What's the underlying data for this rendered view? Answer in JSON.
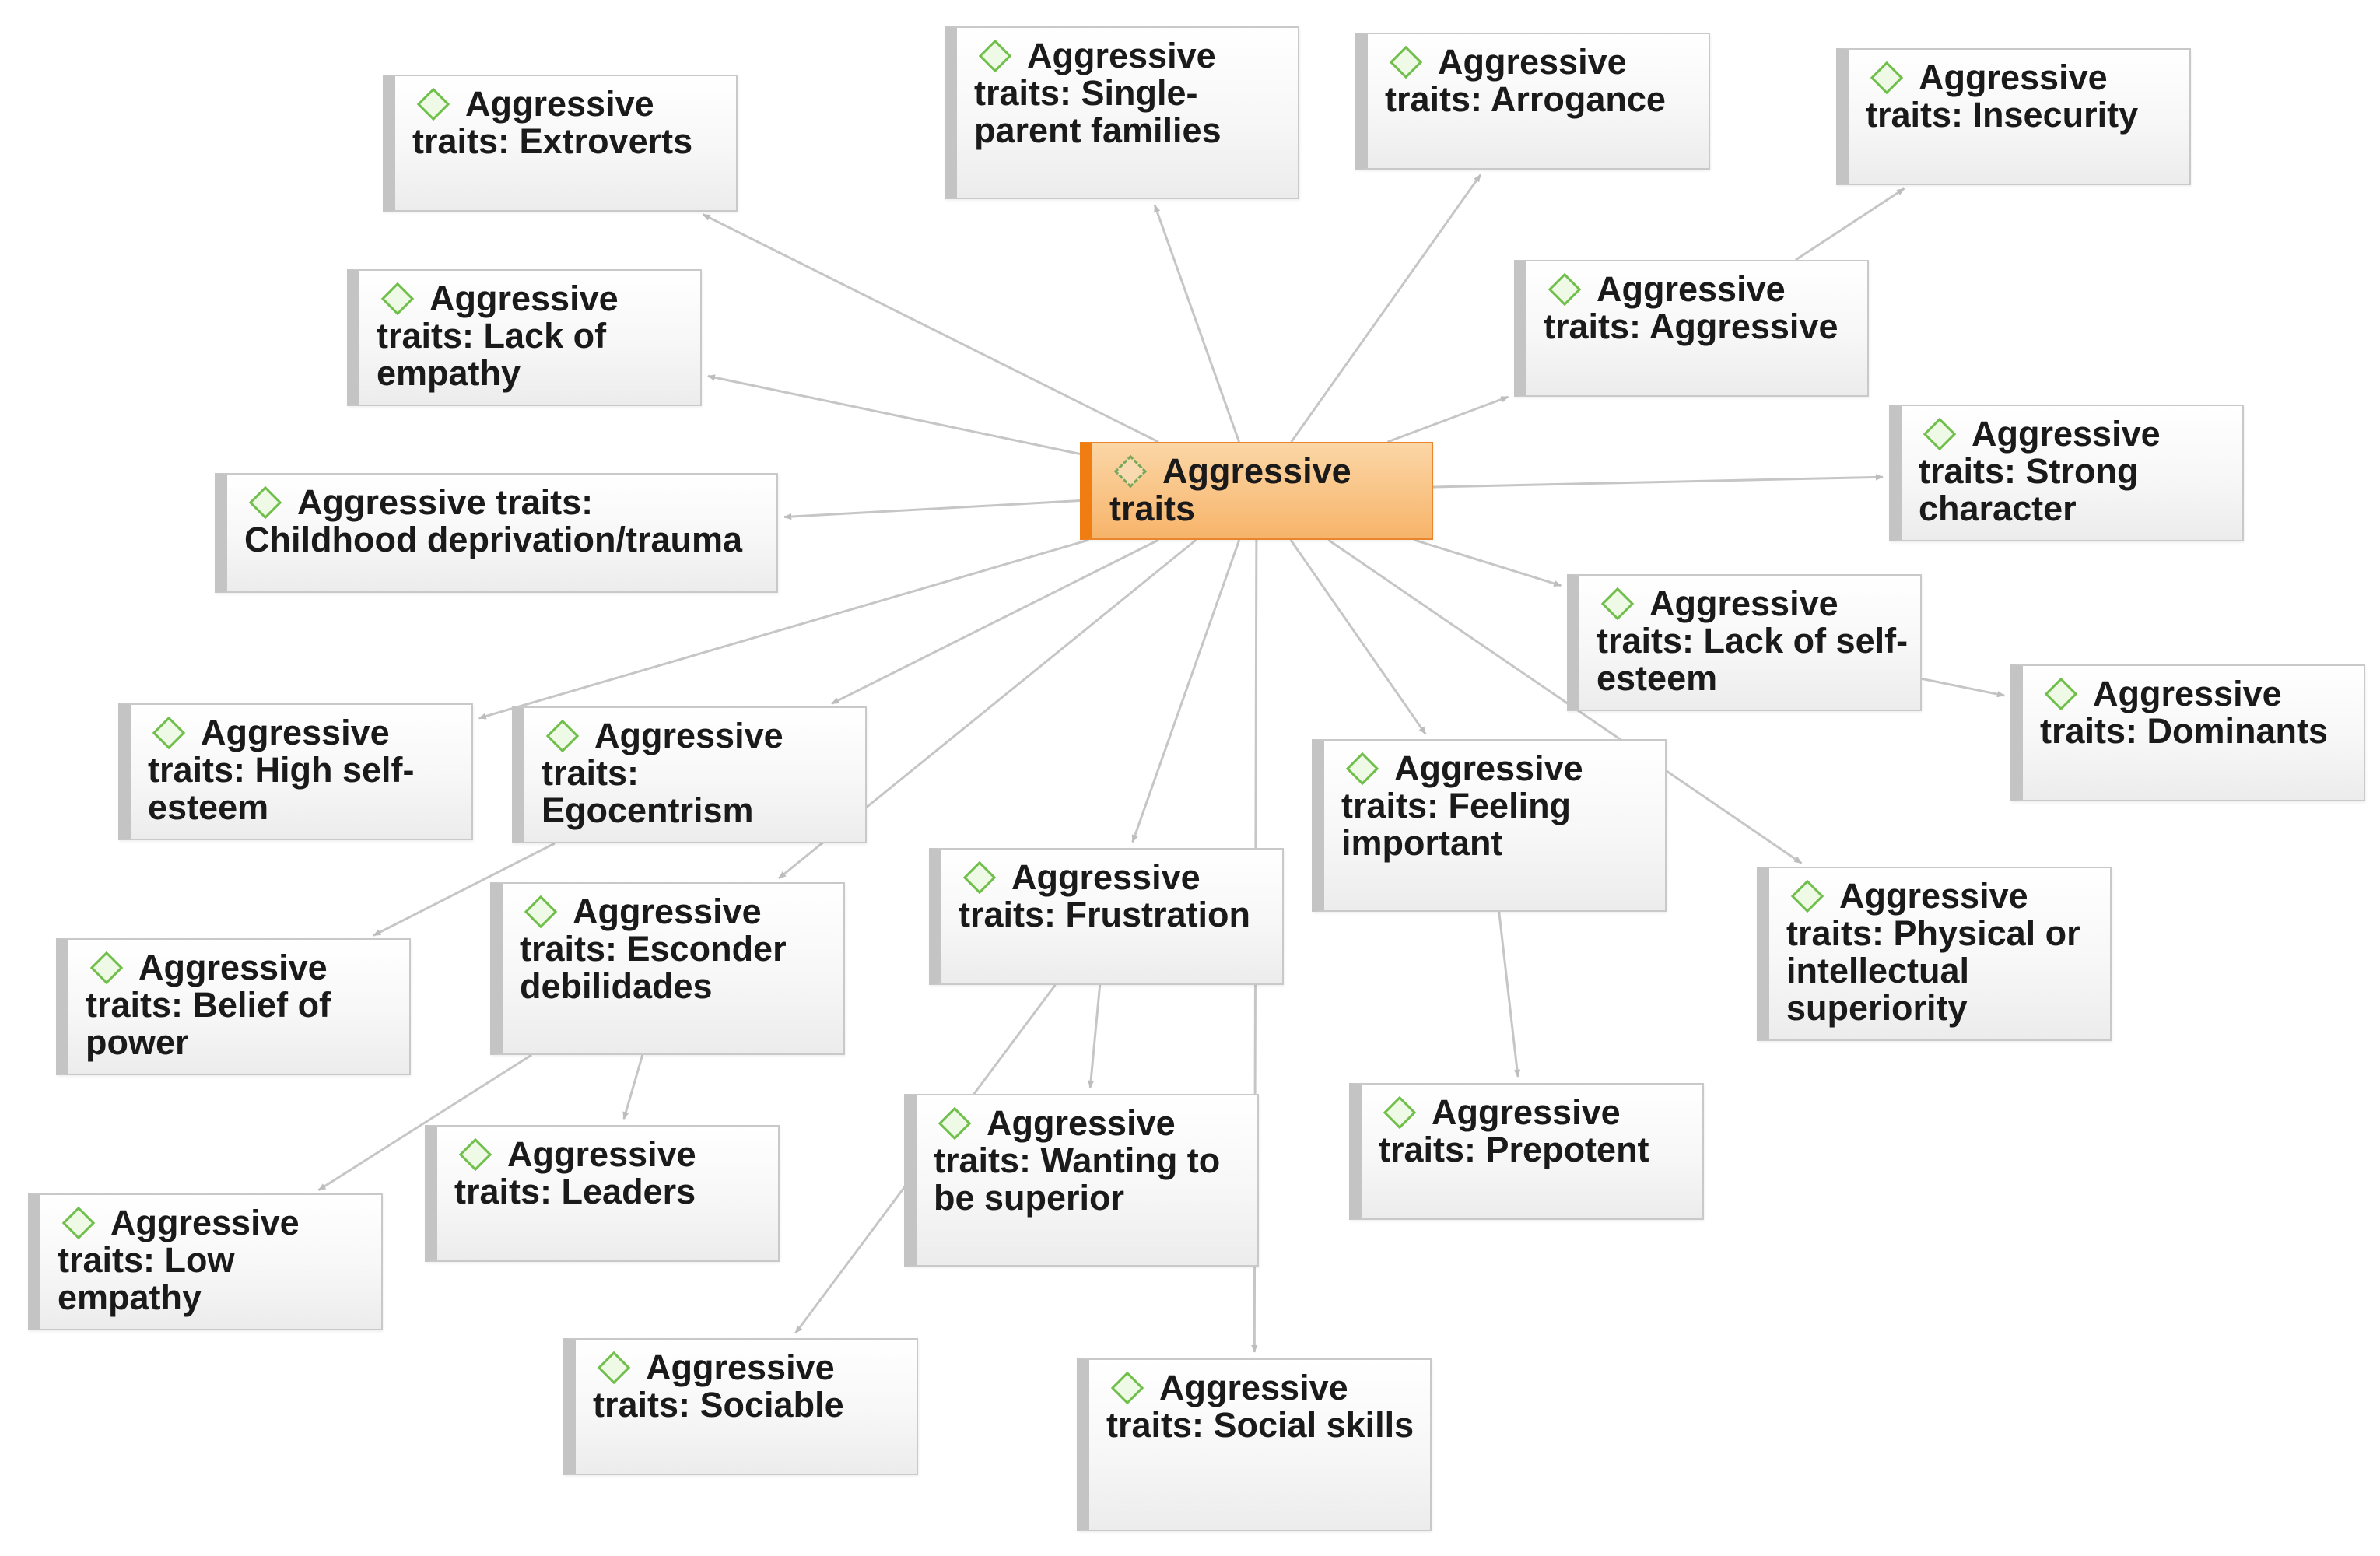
{
  "central": {
    "label": "Aggressive traits",
    "icon": "code-diamond-icon",
    "color": "#f7b46a",
    "border_color": "#f07d12"
  },
  "node_icon": "code-diamond-icon",
  "nodes": [
    {
      "id": "extroverts",
      "label": "Aggressive traits: Extroverts"
    },
    {
      "id": "single-parent",
      "label": "Aggressive traits: Single-parent families"
    },
    {
      "id": "arrogance",
      "label": "Aggressive traits: Arrogance"
    },
    {
      "id": "insecurity",
      "label": "Aggressive traits: Insecurity"
    },
    {
      "id": "lack-empathy",
      "label": "Aggressive traits: Lack of empathy"
    },
    {
      "id": "aggressive",
      "label": "Aggressive traits: Aggressive"
    },
    {
      "id": "childhood",
      "label": "Aggressive traits: Childhood deprivation/trauma"
    },
    {
      "id": "strong-character",
      "label": "Aggressive traits: Strong character"
    },
    {
      "id": "lack-self-esteem",
      "label": "Aggressive traits: Lack of self-esteem"
    },
    {
      "id": "dominants",
      "label": "Aggressive traits: Dominants"
    },
    {
      "id": "high-self-esteem",
      "label": "Aggressive traits: High self-esteem"
    },
    {
      "id": "egocentrism",
      "label": "Aggressive traits: Egocentrism"
    },
    {
      "id": "feeling-important",
      "label": "Aggressive traits: Feeling important"
    },
    {
      "id": "frustration",
      "label": "Aggressive traits: Frustration"
    },
    {
      "id": "physical-superiority",
      "label": "Aggressive traits: Physical or intellectual superiority"
    },
    {
      "id": "belief-power",
      "label": "Aggressive traits: Belief of power"
    },
    {
      "id": "esconder",
      "label": "Aggressive traits: Esconder debilidades"
    },
    {
      "id": "wanting-superior",
      "label": "Aggressive traits: Wanting to be superior"
    },
    {
      "id": "prepotent",
      "label": "Aggressive traits: Prepotent"
    },
    {
      "id": "leaders",
      "label": "Aggressive traits: Leaders"
    },
    {
      "id": "low-empathy",
      "label": "Aggressive traits: Low empathy"
    },
    {
      "id": "sociable",
      "label": "Aggressive traits: Sociable"
    },
    {
      "id": "social-skills",
      "label": "Aggressive traits: Social skills"
    }
  ],
  "edges": [
    [
      "central",
      "extroverts"
    ],
    [
      "central",
      "single-parent"
    ],
    [
      "central",
      "arrogance"
    ],
    [
      "aggressive",
      "insecurity"
    ],
    [
      "central",
      "lack-empathy"
    ],
    [
      "central",
      "aggressive"
    ],
    [
      "central",
      "childhood"
    ],
    [
      "central",
      "strong-character"
    ],
    [
      "central",
      "lack-self-esteem"
    ],
    [
      "lack-self-esteem",
      "dominants"
    ],
    [
      "central",
      "high-self-esteem"
    ],
    [
      "central",
      "egocentrism"
    ],
    [
      "central",
      "feeling-important"
    ],
    [
      "central",
      "frustration"
    ],
    [
      "central",
      "physical-superiority"
    ],
    [
      "egocentrism",
      "belief-power"
    ],
    [
      "central",
      "esconder"
    ],
    [
      "frustration",
      "wanting-superior"
    ],
    [
      "feeling-important",
      "prepotent"
    ],
    [
      "esconder",
      "leaders"
    ],
    [
      "esconder",
      "low-empathy"
    ],
    [
      "frustration",
      "sociable"
    ],
    [
      "central",
      "social-skills"
    ]
  ]
}
